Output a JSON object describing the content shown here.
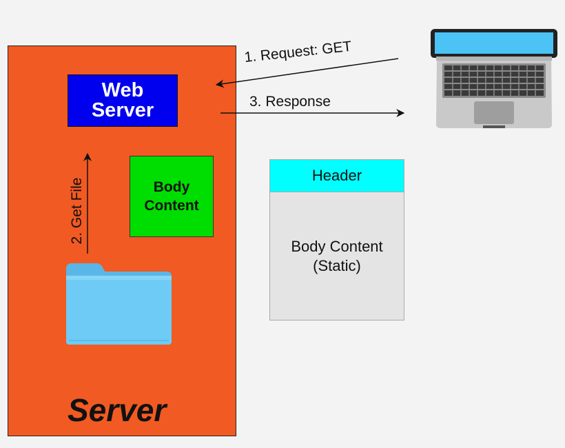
{
  "diagram": {
    "server_label": "Server",
    "web_server": {
      "line1": "Web",
      "line2": "Server"
    },
    "body_content_box": {
      "line1": "Body",
      "line2": "Content"
    },
    "get_file_label": "2. Get File",
    "request_label": "1. Request: GET",
    "response_label": "3. Response",
    "page": {
      "header": "Header",
      "body_line1": "Body Content",
      "body_line2": "(Static)"
    },
    "colors": {
      "server_panel": "#f15a22",
      "web_server_box": "#0000ee",
      "body_content_box": "#00dd00",
      "page_header": "#00ffff",
      "page_body": "#e4e4e4",
      "folder": "#6ecbf5"
    },
    "icons": [
      "folder-icon",
      "laptop-icon"
    ]
  }
}
